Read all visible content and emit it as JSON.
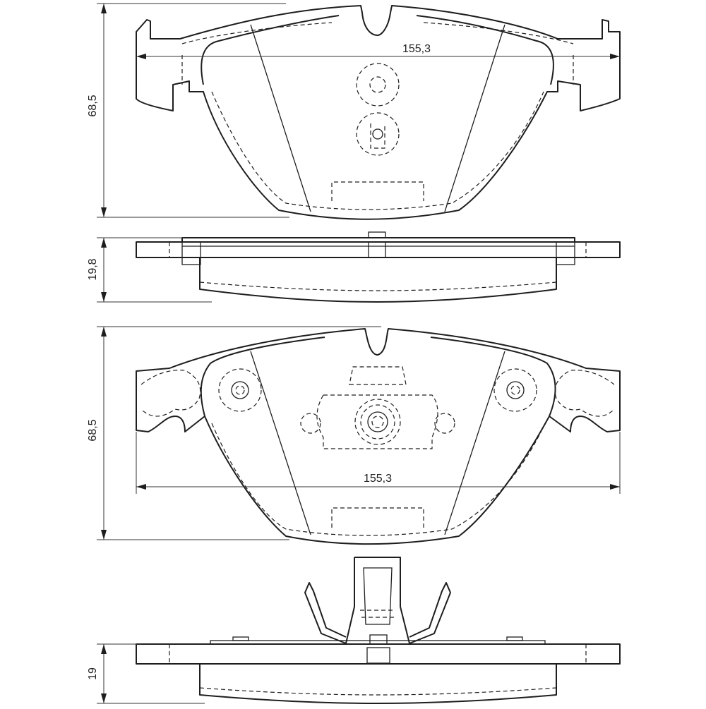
{
  "dimensions": {
    "top_width": "155,3",
    "top_height": "68,5",
    "top_side_thickness": "19,8",
    "bottom_width": "155,3",
    "bottom_height": "68,5",
    "bottom_side_thickness": "19"
  }
}
